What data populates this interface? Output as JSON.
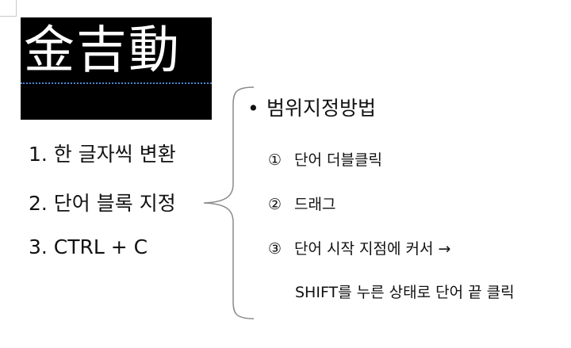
{
  "hanja": {
    "text": "金吉動"
  },
  "steps": [
    "1. 한 글자씩 변환",
    "2. 단어 블록 지정",
    "3. CTRL + C"
  ],
  "methods": {
    "bullet": "•",
    "title": "범위지정방법",
    "items": [
      {
        "num": "①",
        "text": "단어 더블클릭"
      },
      {
        "num": "②",
        "text": "드래그"
      },
      {
        "num": "③",
        "text": "단어 시작 지점에 커서 →"
      }
    ],
    "continuation": "SHIFT를 누른 상태로 단어 끝 클릭"
  },
  "colors": {
    "highlight": "#000000",
    "caret": "#4a84d6",
    "brace": "#8a8a8a"
  }
}
